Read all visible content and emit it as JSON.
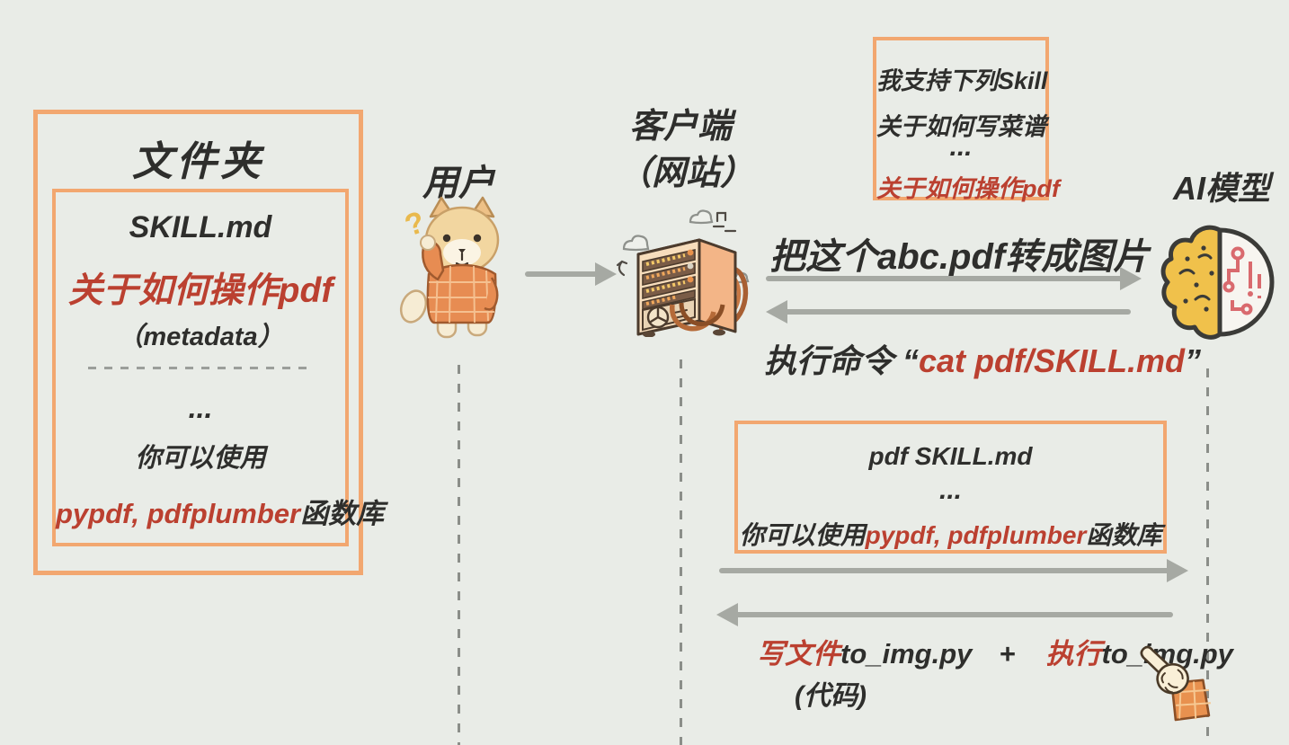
{
  "colors": {
    "background": "#e9ece7",
    "border_orange": "#f2a770",
    "text_dark": "#2e2e2c",
    "text_red": "#bb4030",
    "arrow_gray": "#a6a9a3",
    "dash_gray": "#8b8e89"
  },
  "folder_box": {
    "title": "文件夹",
    "file_name": "SKILL.md",
    "file_topic": "关于如何操作pdf",
    "metadata_note": "（metadata）",
    "ellipsis": "...",
    "usage_text": "你可以使用",
    "libraries": "pypdf, pdfplumber",
    "libraries_suffix": "函数库"
  },
  "actors": {
    "user": "用户",
    "client_line1": "客户端",
    "client_line2": "（网站）",
    "ai": "AI模型"
  },
  "skill_list_box": {
    "header": "我支持下列Skill",
    "skill_recipe": "关于如何写菜谱",
    "ellipsis": "...",
    "skill_pdf": "关于如何操作pdf"
  },
  "messages": {
    "request": "把这个abc.pdf转成图片",
    "command_prefix": "执行命令 “",
    "command": "cat pdf/SKILL.md",
    "command_suffix": "”",
    "write_action": "写文件",
    "write_target": "to_img.py",
    "plus": "+",
    "exec_action": "执行",
    "exec_target": "to_img.py",
    "code_note": "(代码)"
  },
  "skill_content_box": {
    "header": "pdf SKILL.md",
    "ellipsis": "...",
    "usage_prefix": "你可以使用",
    "libraries": "pypdf, pdfplumber",
    "libraries_suffix": "函数库"
  },
  "icons": {
    "user_icon": "shiba-dog",
    "client_icon": "server-tower",
    "ai_icon": "brain-circuit",
    "hand_icon": "pointing-hand"
  }
}
